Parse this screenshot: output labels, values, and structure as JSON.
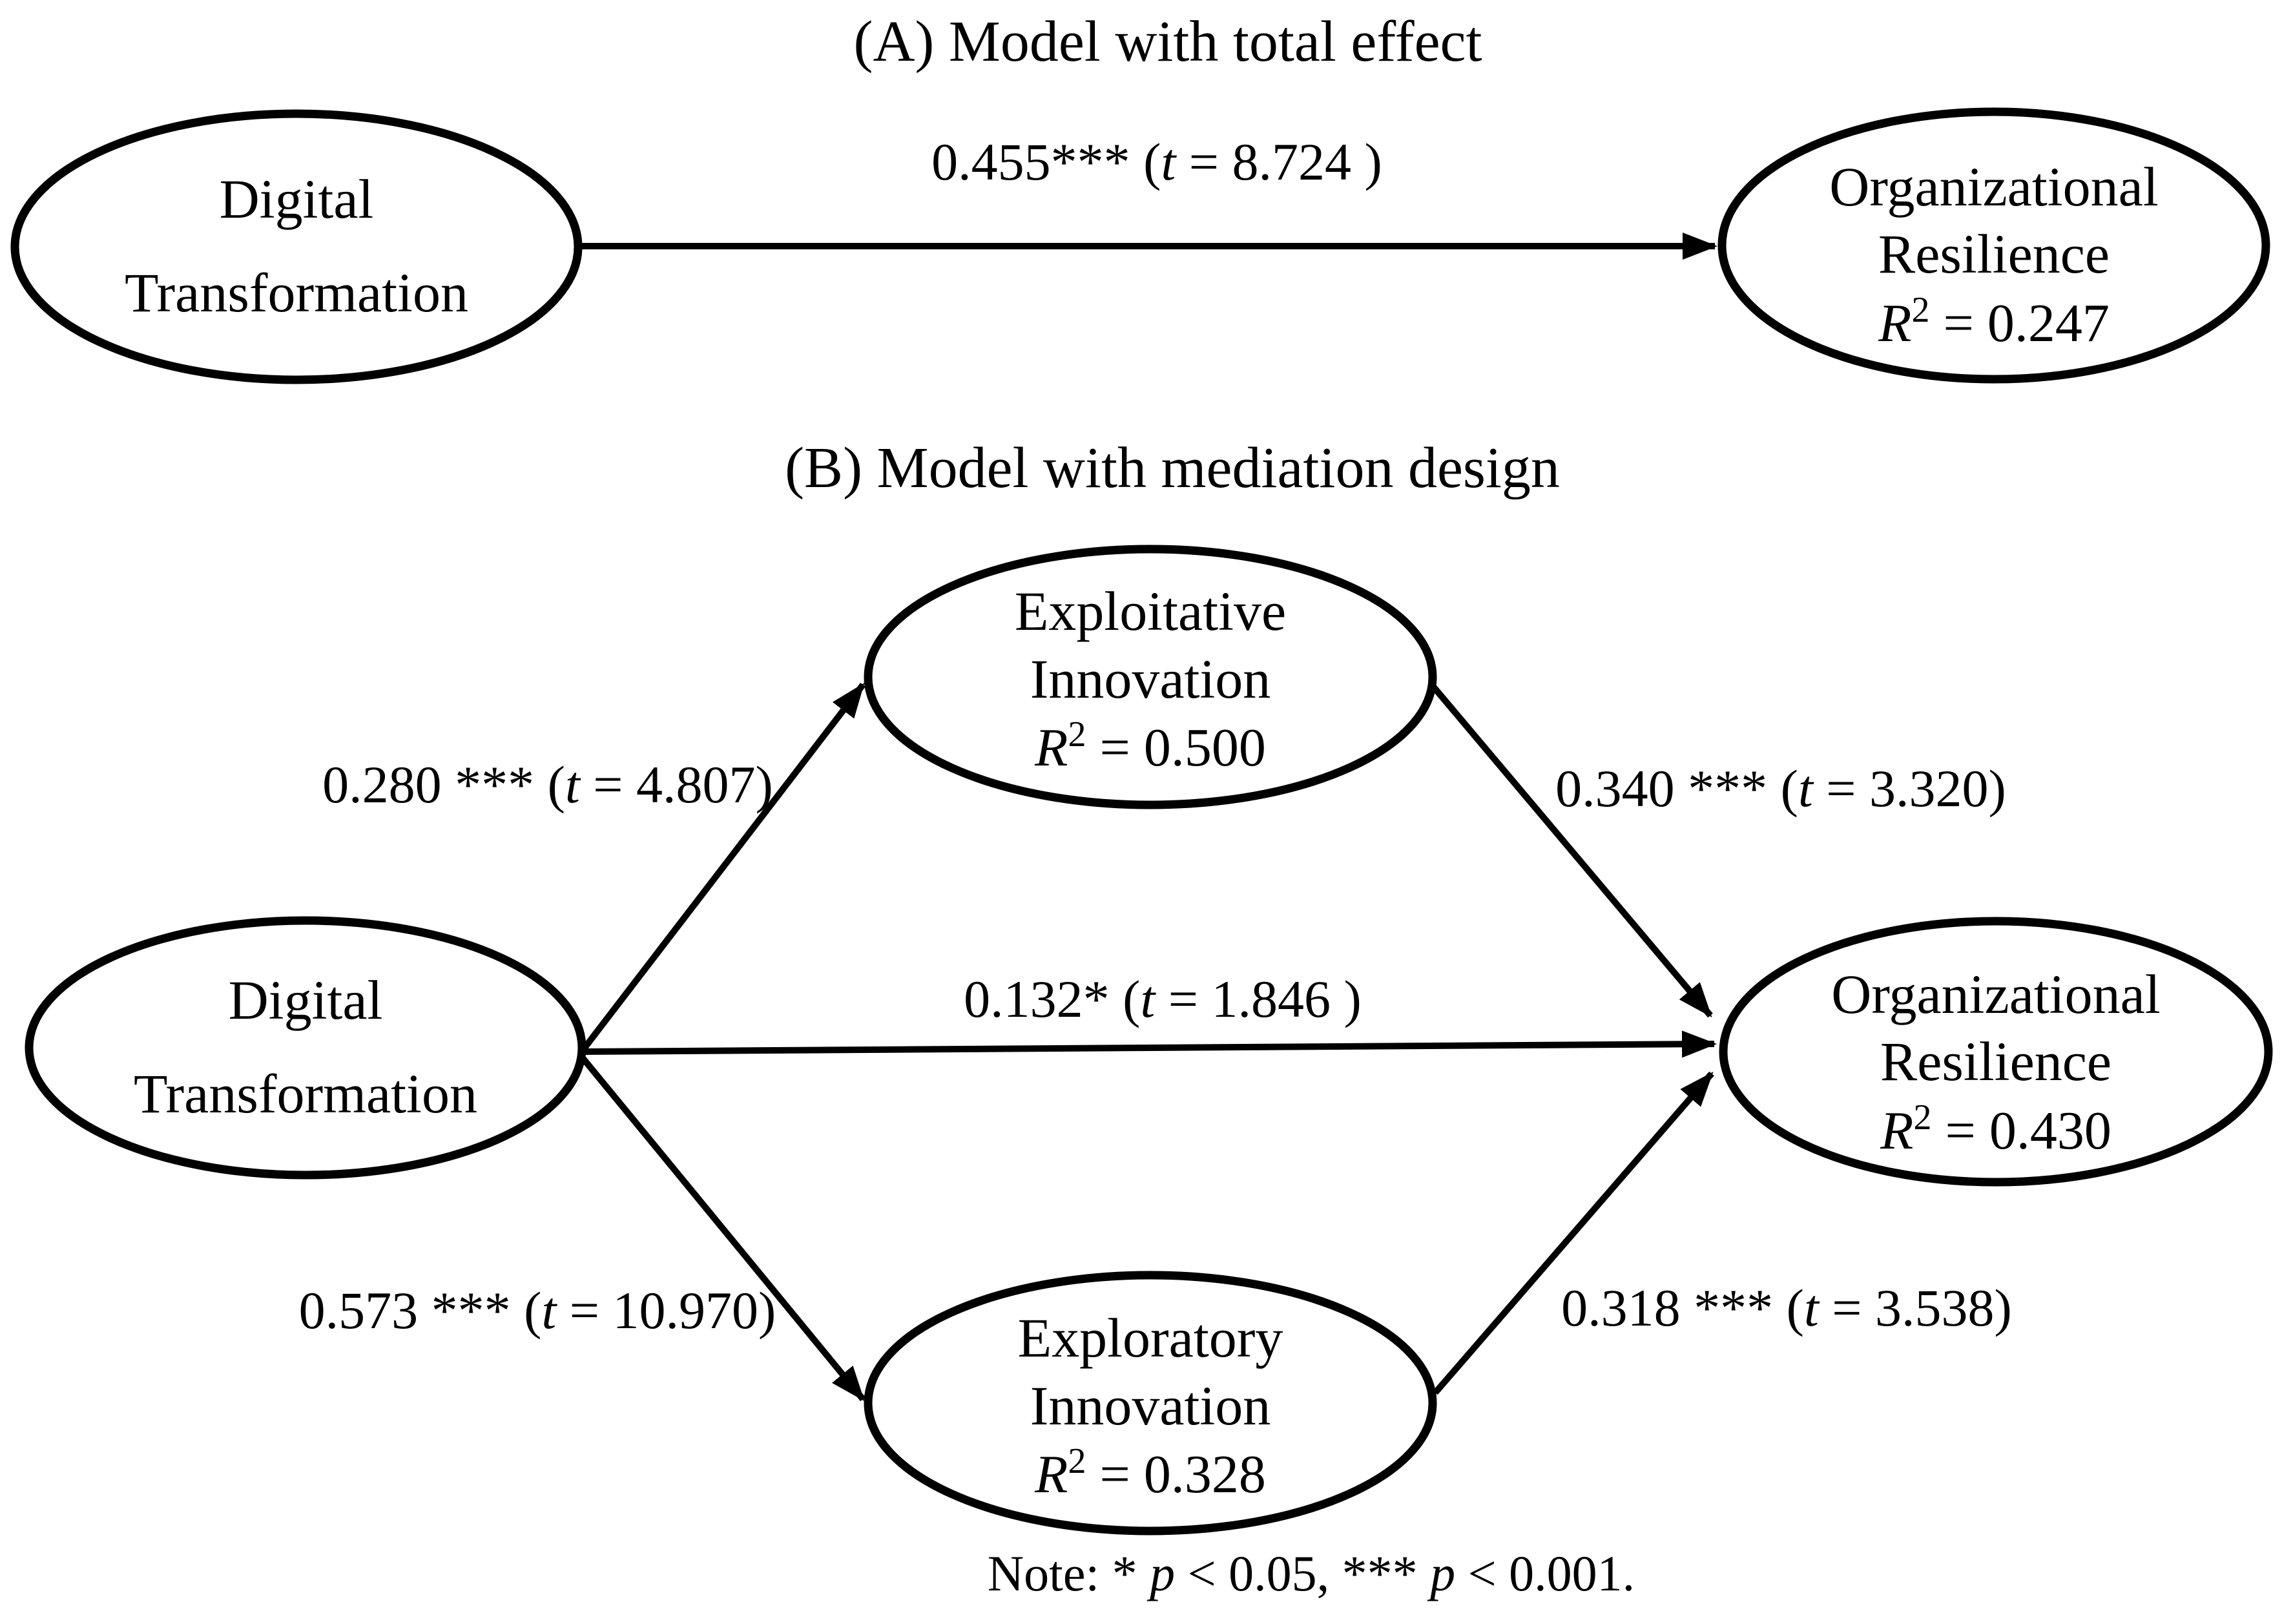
{
  "titles": {
    "panel_a": "(A) Model with total effect",
    "panel_b": "(B) Model with mediation design"
  },
  "nodes": {
    "dt_a": {
      "lines": [
        "Digital",
        "Transformation"
      ]
    },
    "or_a": {
      "lines": [
        "Organizational",
        "Resilience"
      ],
      "r2_symbol": "R",
      "r2_sup": "2",
      "r2_value": " = 0.247"
    },
    "dt_b": {
      "lines": [
        "Digital",
        "Transformation"
      ]
    },
    "exploit": {
      "lines": [
        "Exploitative",
        "Innovation"
      ],
      "r2_symbol": "R",
      "r2_sup": "2",
      "r2_value": " = 0.500"
    },
    "explore": {
      "lines": [
        "Exploratory",
        "Innovation"
      ],
      "r2_symbol": "R",
      "r2_sup": "2",
      "r2_value": " = 0.328"
    },
    "or_b": {
      "lines": [
        "Organizational",
        "Resilience"
      ],
      "r2_symbol": "R",
      "r2_sup": "2",
      "r2_value": " = 0.430"
    }
  },
  "edges": {
    "total": {
      "parts": [
        "0.455*** (",
        "t",
        " = 8.724 )"
      ]
    },
    "dt_exploit": {
      "parts": [
        "0.280 *** (",
        "t",
        " = 4.807)"
      ]
    },
    "exploit_or": {
      "parts": [
        "0.340 *** (",
        "t",
        " = 3.320)"
      ]
    },
    "dt_or": {
      "parts": [
        "0.132* (",
        "t",
        " = 1.846 )"
      ]
    },
    "dt_explore": {
      "parts": [
        "0.573 *** (",
        "t",
        " = 10.970)"
      ]
    },
    "explore_or": {
      "parts": [
        "0.318 *** (",
        "t",
        " = 3.538)"
      ]
    }
  },
  "note": {
    "parts": [
      "Note: * ",
      "p",
      " < 0.05, *** ",
      "p",
      " < 0.001."
    ]
  },
  "colors": {
    "ink": "#000000",
    "background": "#ffffff"
  }
}
